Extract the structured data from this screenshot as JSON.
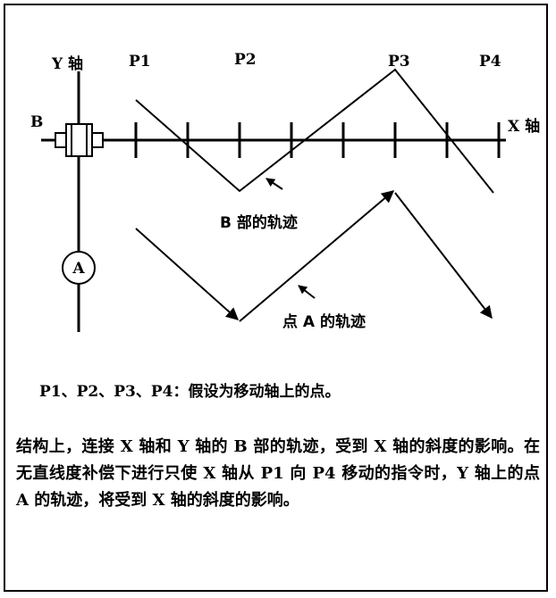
{
  "labels": {
    "y_axis": "Y 轴",
    "x_axis": "X 轴",
    "b": "B",
    "a": "A",
    "p1": "P1",
    "p2": "P2",
    "p3": "P3",
    "p4": "P4",
    "b_path": "B 部的轨迹",
    "a_path": "点 A 的轨迹"
  },
  "legend": "P1、P2、P3、P4：假设为移动轴上的点。",
  "description": "结构上，连接 X 轴和 Y 轴的 B 部的轨迹，受到 X 轴的斜度的影响。在无直线度补偿下进行只使 X 轴从 P1 向 P4 移动的指令时，Y 轴上的点 A 的轨迹，将受到 X 轴的斜度的影响。"
}
